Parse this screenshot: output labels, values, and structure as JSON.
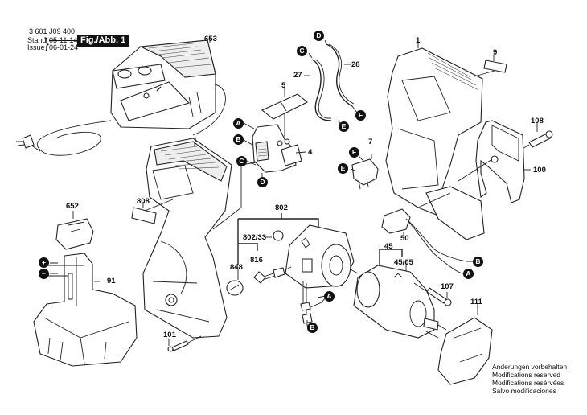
{
  "header": {
    "part_number": "3 601 J09 400",
    "stand_label": "Stand",
    "stand_value": "05-11-14",
    "issue_label": "Issue",
    "issue_value": "06-01-24",
    "figure_label": "Fig./Abb. 1"
  },
  "notice": {
    "lines": [
      "Änderungen vorbehalten",
      "Modifications reserved",
      "Modifications resérvées",
      "Salvo modificaciones"
    ]
  },
  "part_labels": {
    "charger": "653",
    "housing_left": "1",
    "housing_right": "1",
    "switch_cover": "5",
    "switch": "4",
    "wire_27": "27",
    "wire_28": "28",
    "terminal_7": "7",
    "label_9": "9",
    "screw_108": "108",
    "clip_100": "100",
    "label_808": "808",
    "battery_cap": "652",
    "battery": "91",
    "motor": "802",
    "motor_ring": "802/33",
    "brush": "816",
    "brush_cap": "848",
    "led_50": "50",
    "gearbox": "45",
    "gear_housing": "45/05",
    "screw_107": "107",
    "nose_cover": "111",
    "screw_101": "101"
  },
  "connectors": {
    "A": "A",
    "B": "B",
    "C": "C",
    "D": "D",
    "E": "E",
    "F": "F",
    "plus": "+",
    "minus": "−"
  }
}
